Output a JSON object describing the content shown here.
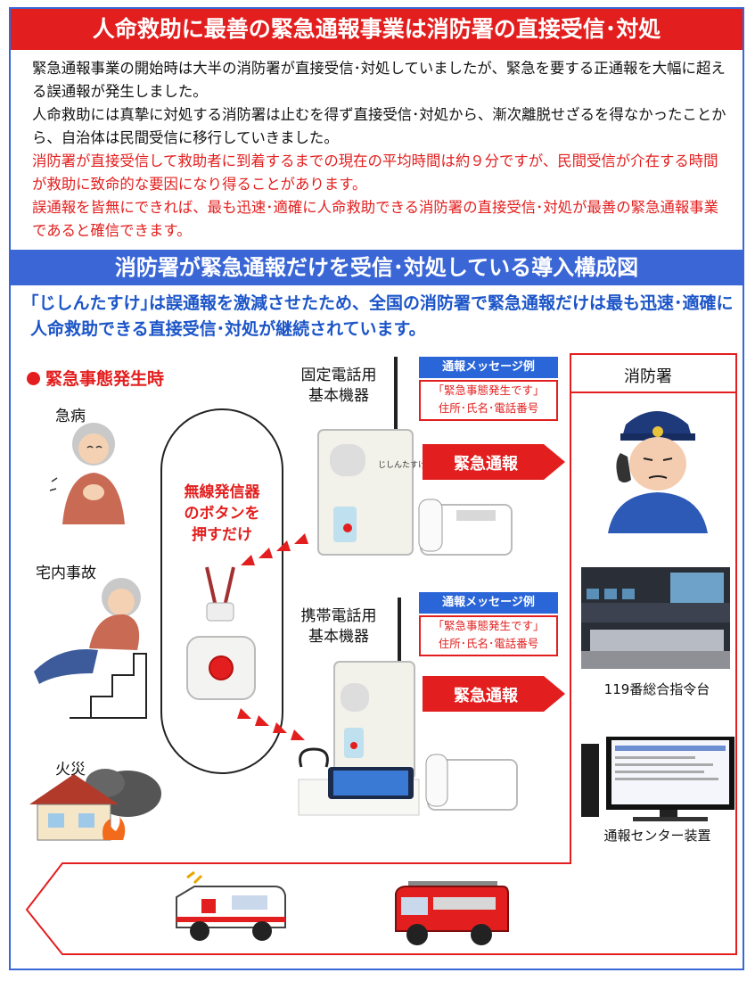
{
  "header": {
    "title": "人命救助に最善の緊急通報事業は消防署の直接受信･対処"
  },
  "intro": {
    "black": [
      "緊急通報事業の開始時は大半の消防署が直接受信･対処していましたが、緊急を要する正通報を大幅に超える誤通報が発生しました。",
      "人命救助には真摯に対処する消防署は止むを得ず直接受信･対処から、漸次離脱せざるを得なかったことから、自治体は民間受信に移行していきました。"
    ],
    "red": [
      "消防署が直接受信して救助者に到着するまでの現在の平均時間は約９分ですが、民間受信が介在する時間が救助に致命的な要因になり得ることがあります。",
      "誤通報を皆無にできれば、最も迅速･適確に人命救助できる消防署の直接受信･対処が最善の緊急通報事業であると確信できます。"
    ]
  },
  "section2": {
    "title": "消防署が緊急通報だけを受信･対処している導入構成図",
    "lead": "｢じしんたすけ｣は誤通報を激減させたため、全国の消防署で緊急通報だけは最も迅速･適確に人命救助できる直接受信･対処が継続されています。"
  },
  "diagram": {
    "emergency_label": "緊急事態発生時",
    "cases": [
      "急病",
      "宅内事故",
      "火災"
    ],
    "wireless": [
      "無線発信器",
      "のボタンを",
      "押すだけ"
    ],
    "devices": [
      {
        "title_line1": "固定電話用",
        "title_line2": "基本機器"
      },
      {
        "title_line1": "携帯電話用",
        "title_line2": "基本機器"
      }
    ],
    "message": {
      "head": "通報メッセージ例",
      "line1": "｢緊急事態発生です｣",
      "line2": "住所･氏名･電話番号"
    },
    "arrow_label": "緊急通報",
    "device_brand": "じしんたすけ",
    "fire_station": {
      "title": "消防署",
      "items": [
        "119番総合指令台",
        "通報センター装置"
      ]
    },
    "colors": {
      "red": "#e31e1e",
      "blue": "#3a66d6"
    }
  }
}
